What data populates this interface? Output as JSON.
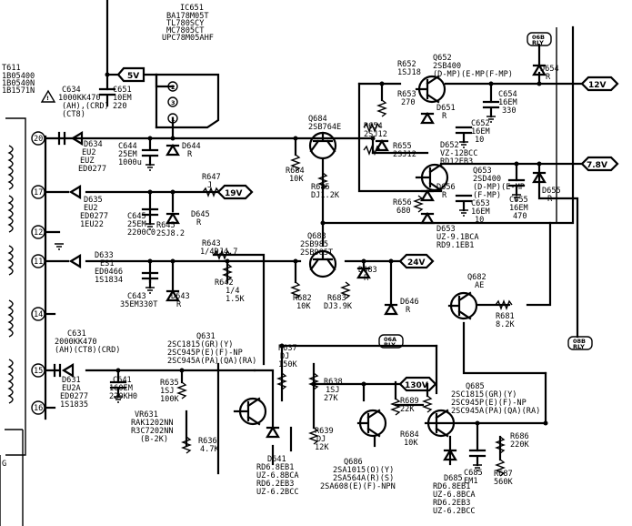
{
  "transformer": {
    "labels": [
      "T611",
      "1B05400",
      "1B0540N",
      "1B1571N"
    ],
    "pins": [
      "20",
      "17",
      "12",
      "11",
      "14",
      "15",
      "16"
    ],
    "bottom_label": "G"
  },
  "ic651": {
    "name": "IC651",
    "lines": [
      "BA178M05T",
      "TL780SCY",
      "MC7805CT",
      "UPC78M05AHF"
    ],
    "pins": [
      "2",
      "3",
      "1"
    ]
  },
  "rails": {
    "v5": "5V",
    "v12": "12V",
    "v78": "7.8V",
    "v19": "19V",
    "v24": "24V",
    "v130": "130V"
  },
  "grounds": {
    "top": "06B\nRLY",
    "mid": "06A\nRLY",
    "right": "08B\nRLY"
  },
  "components": [
    {
      "id": "c634",
      "lines": [
        "C634",
        "1000KK470",
        "(AH),(CRD)",
        "(CT8)"
      ]
    },
    {
      "id": "c651",
      "lines": [
        "C651",
        "10EM",
        "220"
      ]
    },
    {
      "id": "d634",
      "lines": [
        "D634",
        "EU2",
        "EUZ",
        "ED0277"
      ]
    },
    {
      "id": "c644",
      "lines": [
        "C644",
        "25EM",
        "1000u"
      ]
    },
    {
      "id": "d644",
      "lines": [
        "D644",
        "R"
      ]
    },
    {
      "id": "r647",
      "lines": [
        "R647",
        "J"
      ]
    },
    {
      "id": "d635",
      "lines": [
        "D635",
        "EU2",
        "ED0277",
        "1EU22"
      ]
    },
    {
      "id": "c645",
      "lines": [
        "C645",
        "25EM",
        "2200C0"
      ]
    },
    {
      "id": "r645",
      "lines": [
        "R645",
        "2SJ8.2"
      ]
    },
    {
      "id": "d645",
      "lines": [
        "D645",
        "R"
      ]
    },
    {
      "id": "d633",
      "lines": [
        "D633",
        "ES1",
        "ED0466",
        "1S1834"
      ]
    },
    {
      "id": "r643",
      "lines": [
        "R643",
        "1/4DJ4.7"
      ]
    },
    {
      "id": "r642",
      "lines": [
        "R642",
        "1/4",
        "1.5K"
      ]
    },
    {
      "id": "c643",
      "lines": [
        "C643",
        "35EM330T"
      ]
    },
    {
      "id": "d643",
      "lines": [
        "D643",
        "R"
      ]
    },
    {
      "id": "q684",
      "lines": [
        "Q684",
        "2SB764E"
      ]
    },
    {
      "id": "r684",
      "lines": [
        "R684",
        "10K"
      ]
    },
    {
      "id": "r685",
      "lines": [
        "R685",
        "DJ1.2K"
      ]
    },
    {
      "id": "r652",
      "lines": [
        "R652",
        "1SJ18"
      ]
    },
    {
      "id": "q652",
      "lines": [
        "Q652",
        "2SB400",
        "(D-MP)(E-MP(F-MP)"
      ]
    },
    {
      "id": "r653",
      "lines": [
        "R653",
        "270"
      ]
    },
    {
      "id": "d651",
      "lines": [
        "D651",
        "R"
      ]
    },
    {
      "id": "c654",
      "lines": [
        "C654",
        "16EM",
        "330"
      ]
    },
    {
      "id": "d654",
      "lines": [
        "D654",
        "R"
      ]
    },
    {
      "id": "r654",
      "lines": [
        "R654",
        "2SJ12"
      ]
    },
    {
      "id": "c652",
      "lines": [
        "C652",
        "16EM",
        "10"
      ]
    },
    {
      "id": "r655",
      "lines": [
        "R655",
        "2SJ12"
      ]
    },
    {
      "id": "d652",
      "lines": [
        "D652",
        "VZ-12BCC",
        "RD12EB3"
      ]
    },
    {
      "id": "q653",
      "lines": [
        "Q653",
        "2SD400",
        "(D-MP)(E-MP",
        "(F-MP)"
      ]
    },
    {
      "id": "d655",
      "lines": [
        "D655",
        "R"
      ]
    },
    {
      "id": "r656",
      "lines": [
        "R656",
        "680"
      ]
    },
    {
      "id": "d656",
      "lines": [
        "D656",
        "R"
      ]
    },
    {
      "id": "c653",
      "lines": [
        "C653",
        "16EM",
        "10"
      ]
    },
    {
      "id": "c655",
      "lines": [
        "C655",
        "16EM",
        "470"
      ]
    },
    {
      "id": "d653",
      "lines": [
        "D653",
        "UZ-9.1BCA",
        "RD9.1EB1"
      ]
    },
    {
      "id": "q683",
      "lines": [
        "Q683",
        "2SB985",
        "2SB985T"
      ]
    },
    {
      "id": "d683",
      "lines": [
        "D683",
        "R"
      ]
    },
    {
      "id": "r682",
      "lines": [
        "R682",
        "10K"
      ]
    },
    {
      "id": "r683",
      "lines": [
        "R683",
        "DJ3.9K"
      ]
    },
    {
      "id": "d646",
      "lines": [
        "D646",
        "R"
      ]
    },
    {
      "id": "q682",
      "lines": [
        "Q682",
        "AE"
      ]
    },
    {
      "id": "r681",
      "lines": [
        "R681",
        "8.2K"
      ]
    },
    {
      "id": "c631",
      "lines": [
        "C631",
        "2000KK470",
        "(AH)(CT8)(CRD)"
      ]
    },
    {
      "id": "d631",
      "lines": [
        "D631",
        "EU2A",
        "ED0277",
        "1S1835"
      ]
    },
    {
      "id": "c641",
      "lines": [
        "C641",
        "160EM",
        "220KH0"
      ]
    },
    {
      "id": "r635",
      "lines": [
        "R635",
        "1SJ",
        "100K"
      ]
    },
    {
      "id": "q631",
      "lines": [
        "Q631",
        "2SC1815(GR)(Y)",
        "2SC945P(E)(F)-NP",
        "2SC945A(PA)(QA)(RA)"
      ]
    },
    {
      "id": "vr631",
      "lines": [
        "VR631",
        "RAK1202NN",
        "R3C7202NN",
        "(B-2K)"
      ]
    },
    {
      "id": "r636",
      "lines": [
        "R636",
        "4.7K"
      ]
    },
    {
      "id": "r637",
      "lines": [
        "R637",
        "DJ",
        "150K"
      ]
    },
    {
      "id": "r638",
      "lines": [
        "R638",
        "1SJ",
        "27K"
      ]
    },
    {
      "id": "r639",
      "lines": [
        "R639",
        "DJ",
        "12K"
      ]
    },
    {
      "id": "d641",
      "lines": [
        "D641",
        "RD6.8EB1",
        "UZ-6.8BCA",
        "RD6.2EB3",
        "UZ-6.2BCC"
      ]
    },
    {
      "id": "q686",
      "lines": [
        "Q686",
        "2SA1015(O)(Y)",
        "2SA564A(R)(S)",
        "2SA608(E)(F)-NPN"
      ]
    },
    {
      "id": "r689",
      "lines": [
        "R689",
        "22K"
      ]
    },
    {
      "id": "r684b",
      "lines": [
        "R684",
        "10K"
      ]
    },
    {
      "id": "q685",
      "lines": [
        "Q685",
        "2SC1815(GR)(Y)",
        "2SC945P(E)(F)-NP",
        "2SC945A(PA)(QA)(RA)"
      ]
    },
    {
      "id": "d685",
      "lines": [
        "D685",
        "RD6.8EB1",
        "UZ-6.8BCA",
        "RD6.2EB3",
        "UZ-6.2BCC"
      ]
    },
    {
      "id": "c685",
      "lines": [
        "C685",
        "EM1"
      ]
    },
    {
      "id": "r686",
      "lines": [
        "R686",
        "220K"
      ]
    },
    {
      "id": "r687",
      "lines": [
        "R687",
        "560K"
      ]
    }
  ]
}
